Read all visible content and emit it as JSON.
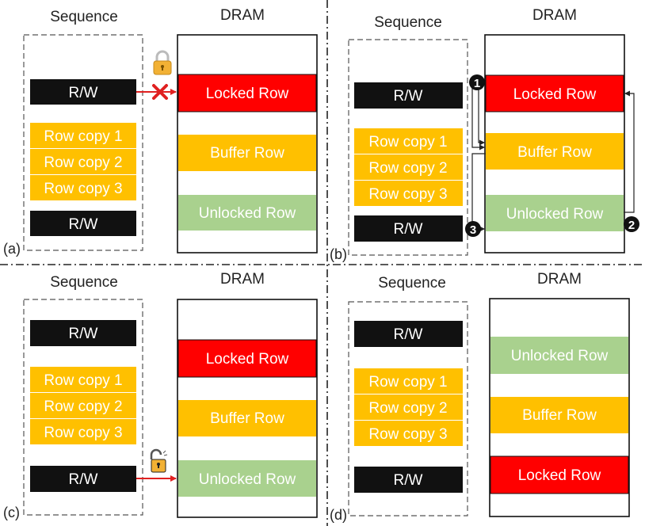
{
  "labels": {
    "sequence": "Sequence",
    "dram": "DRAM",
    "rw": "R/W",
    "row_copy_1": "Row copy 1",
    "row_copy_2": "Row copy 2",
    "row_copy_3": "Row copy 3",
    "locked_row": "Locked Row",
    "buffer_row": "Buffer Row",
    "unlocked_row": "Unlocked Row"
  },
  "panels": {
    "a": {
      "tag": "(a)",
      "lock_state": "locked",
      "access_blocked": true
    },
    "b": {
      "tag": "(b)",
      "steps": [
        "1",
        "2",
        "3"
      ]
    },
    "c": {
      "tag": "(c)",
      "lock_state": "unlocked"
    },
    "d": {
      "tag": "(d)"
    }
  },
  "colors": {
    "rw_block": "#111111",
    "row_copy": "#FFC000",
    "locked_row": "#FF0000",
    "buffer_row": "#FFC000",
    "unlocked_row": "#A9D18E",
    "arrow": "#E02020",
    "lock_body": "#F2B134"
  }
}
